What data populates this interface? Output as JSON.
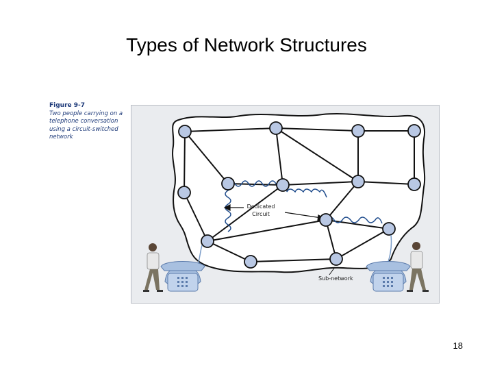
{
  "slide": {
    "title": "Types of Network Structures",
    "page_number": "18"
  },
  "figure": {
    "number": "Figure 9-7",
    "caption": "Two people carrying on a telephone conversation using a circuit-switched network",
    "label_dedicated_line1": "Dedicated",
    "label_dedicated_line2": "Circuit",
    "label_subnetwork": "Sub-network"
  },
  "colors": {
    "node_fill": "#b9c8e4",
    "node_stroke": "#111111",
    "circuit": "#1f4c8c",
    "phone": "#a8c0e0",
    "cable": "#7a9cc8"
  },
  "icons": [
    "person-left-icon",
    "telephone-left-icon",
    "person-right-icon",
    "telephone-right-icon"
  ]
}
